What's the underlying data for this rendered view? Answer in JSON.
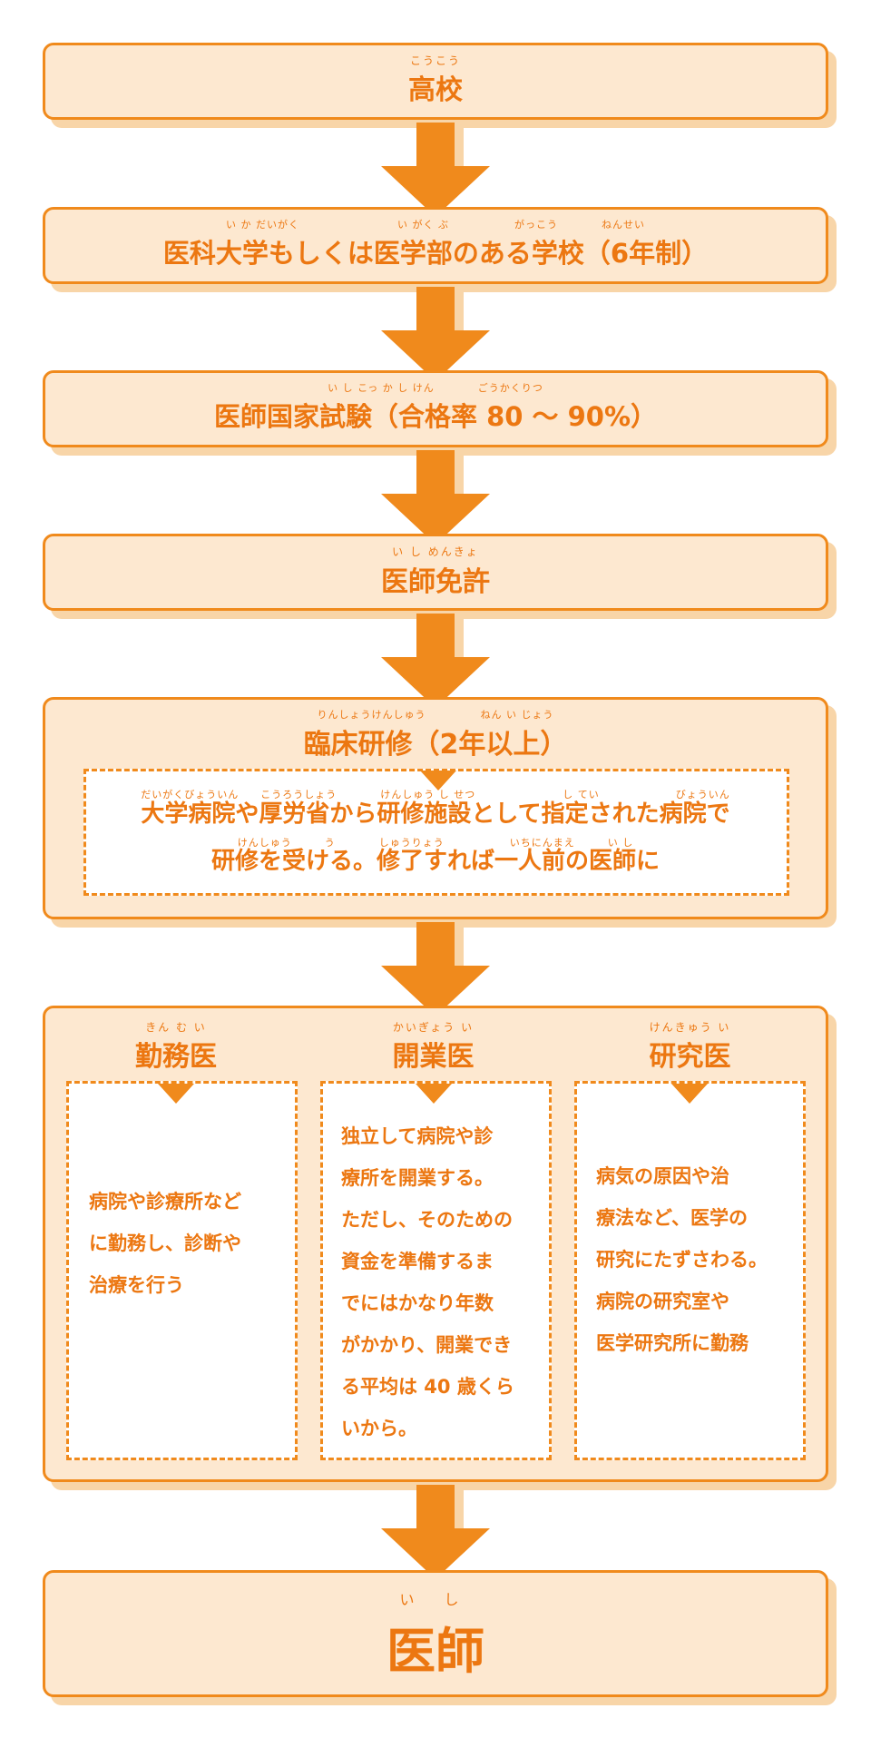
{
  "colors": {
    "accent": "#f08a1c",
    "fill": "#fde8d0",
    "text": "#ec7711"
  },
  "steps": {
    "high_school": {
      "ruby": "こうこう",
      "title": "高校"
    },
    "university": {
      "ruby": "い か だいがく　　　　　　　　　い がく ぶ　　　　　　がっこう　　　　ねんせい",
      "title": "医科大学もしくは医学部のある学校（6年制）"
    },
    "exam": {
      "ruby": "い し こっ か し けん　　　　ごうかくりつ",
      "title": "医師国家試験（合格率 80 ～ 90%）"
    },
    "license": {
      "ruby": "い し めんきょ",
      "title": "医師免許"
    },
    "residency": {
      "ruby": "りんしょうけんしゅう　　　　　ねん い じょう",
      "title": "臨床研修（2年以上）",
      "desc_ruby_1": "だいがくびょういん　　こうろうしょう　　　　けんしゅう し せつ　　　　　　　　し てい　　　　　　　びょういん",
      "desc_line_1": "大学病院や厚労省から研修施設として指定された病院で",
      "desc_ruby_2": "けんしゅう　　　う　　　　しゅうりょう　　　　　　いちにんまえ　　　い し",
      "desc_line_2": "研修を受ける。修了すれば一人前の医師に"
    },
    "career": {
      "columns": [
        {
          "ruby": "きん む い",
          "title": "勤務医",
          "lines": [
            "病院や診療所など",
            "に勤務し、診断や",
            "治療を行う"
          ]
        },
        {
          "ruby": "かいぎょう い",
          "title": "開業医",
          "lines": [
            "独立して病院や診",
            "療所を開業する。",
            "ただし、そのための",
            "資金を準備するま",
            "でにはかなり年数",
            "がかかり、開業でき",
            "る平均は 40 歳くら",
            "いから。"
          ]
        },
        {
          "ruby": "けんきゅう い",
          "title": "研究医",
          "lines": [
            "病気の原因や治",
            "療法など、医学の",
            "研究にたずさわる。",
            "病院の研究室や",
            "医学研究所に勤務"
          ]
        }
      ]
    },
    "doctor": {
      "ruby": "い し",
      "title": "医師"
    }
  }
}
